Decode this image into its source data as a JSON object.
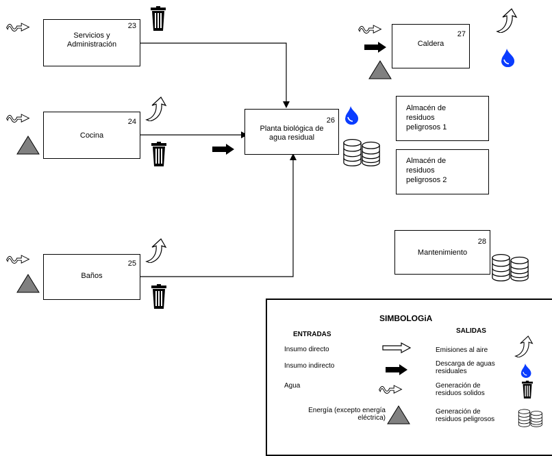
{
  "nodes": {
    "servicios": {
      "label": "Servicios y Administración",
      "num": "23"
    },
    "cocina": {
      "label": "Cocina",
      "num": "24"
    },
    "banos": {
      "label": "Baños",
      "num": "25"
    },
    "planta": {
      "label": "Planta biológica de agua residual",
      "num": "26"
    },
    "caldera": {
      "label": "Caldera",
      "num": "27"
    },
    "almacen1": {
      "label": "Almacén de residuos peligrosos 1"
    },
    "almacen2": {
      "label": "Almacén de residuos peligrosos 2"
    },
    "mantenimiento": {
      "label": "Mantenimiento",
      "num": "28"
    }
  },
  "legend": {
    "title": "SIMBOLOGiA",
    "entradas_header": "ENTRADAS",
    "salidas_header": "SALIDAS",
    "entradas": [
      {
        "label": "Insumo directo",
        "icon": "white-arrow-icon"
      },
      {
        "label": "Insumo indirecto",
        "icon": "black-arrow-icon"
      },
      {
        "label": "Agua",
        "icon": "water-squiggle-arrow-icon"
      },
      {
        "label": "Energía (excepto energía eléctrica)",
        "icon": "triangle-icon"
      }
    ],
    "salidas": [
      {
        "label": "Emisiones al aire",
        "icon": "air-emission-icon"
      },
      {
        "label": "Descarga de aguas residuales",
        "icon": "water-drop-icon"
      },
      {
        "label": "Generación de residuos solidos",
        "icon": "trash-can-icon"
      },
      {
        "label": "Generación de residuos peligrosos",
        "icon": "barrels-icon"
      }
    ]
  },
  "colors": {
    "drop": "#0a3cff",
    "triangle": "#808080",
    "stroke": "#000000"
  }
}
